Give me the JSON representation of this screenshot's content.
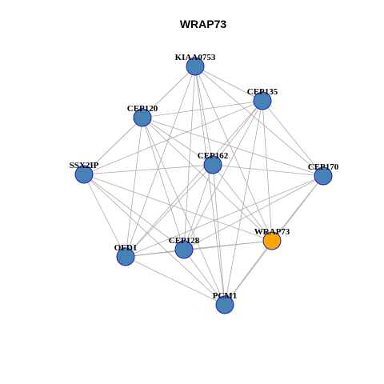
{
  "title": "WRAP73",
  "colors": {
    "node_default": "#4682b4",
    "node_highlight": "#ffa500",
    "node_border": "#1c1cc8",
    "edge": "#aaaaaa"
  },
  "nodes": [
    {
      "id": "KIAA0753",
      "label": "KIAA0753",
      "highlight": false
    },
    {
      "id": "CEP135",
      "label": "CEP135",
      "highlight": false
    },
    {
      "id": "CEP120",
      "label": "CEP120",
      "highlight": false
    },
    {
      "id": "CEP162",
      "label": "CEP162",
      "highlight": false
    },
    {
      "id": "SSX2IP",
      "label": "SSX2IP",
      "highlight": false
    },
    {
      "id": "CEP170",
      "label": "CEP170",
      "highlight": false
    },
    {
      "id": "WRAP73",
      "label": "WRAP73",
      "highlight": true
    },
    {
      "id": "CEP128",
      "label": "CEP128",
      "highlight": false
    },
    {
      "id": "OFD1",
      "label": "OFD1",
      "highlight": false
    },
    {
      "id": "PCM1",
      "label": "PCM1",
      "highlight": false
    }
  ],
  "edges": [
    [
      "KIAA0753",
      "CEP135"
    ],
    [
      "KIAA0753",
      "CEP120"
    ],
    [
      "KIAA0753",
      "CEP162"
    ],
    [
      "KIAA0753",
      "SSX2IP"
    ],
    [
      "KIAA0753",
      "CEP170"
    ],
    [
      "KIAA0753",
      "WRAP73"
    ],
    [
      "KIAA0753",
      "CEP128"
    ],
    [
      "KIAA0753",
      "OFD1"
    ],
    [
      "KIAA0753",
      "PCM1"
    ],
    [
      "CEP135",
      "CEP120"
    ],
    [
      "CEP135",
      "CEP162"
    ],
    [
      "CEP135",
      "CEP170"
    ],
    [
      "CEP135",
      "WRAP73"
    ],
    [
      "CEP135",
      "CEP128"
    ],
    [
      "CEP135",
      "OFD1"
    ],
    [
      "CEP135",
      "PCM1"
    ],
    [
      "CEP135",
      "SSX2IP"
    ],
    [
      "CEP120",
      "CEP162"
    ],
    [
      "CEP120",
      "SSX2IP"
    ],
    [
      "CEP120",
      "CEP170"
    ],
    [
      "CEP120",
      "WRAP73"
    ],
    [
      "CEP120",
      "CEP128"
    ],
    [
      "CEP120",
      "OFD1"
    ],
    [
      "CEP120",
      "PCM1"
    ],
    [
      "CEP162",
      "SSX2IP"
    ],
    [
      "CEP162",
      "CEP170"
    ],
    [
      "CEP162",
      "WRAP73"
    ],
    [
      "CEP162",
      "CEP128"
    ],
    [
      "CEP162",
      "OFD1"
    ],
    [
      "CEP162",
      "PCM1"
    ],
    [
      "SSX2IP",
      "WRAP73"
    ],
    [
      "SSX2IP",
      "CEP128"
    ],
    [
      "SSX2IP",
      "OFD1"
    ],
    [
      "SSX2IP",
      "PCM1"
    ],
    [
      "CEP170",
      "WRAP73"
    ],
    [
      "CEP170",
      "CEP128"
    ],
    [
      "CEP170",
      "OFD1"
    ],
    [
      "CEP170",
      "PCM1"
    ],
    [
      "WRAP73",
      "CEP128"
    ],
    [
      "WRAP73",
      "OFD1"
    ],
    [
      "WRAP73",
      "PCM1"
    ],
    [
      "CEP128",
      "OFD1"
    ],
    [
      "CEP128",
      "PCM1"
    ],
    [
      "OFD1",
      "PCM1"
    ]
  ]
}
